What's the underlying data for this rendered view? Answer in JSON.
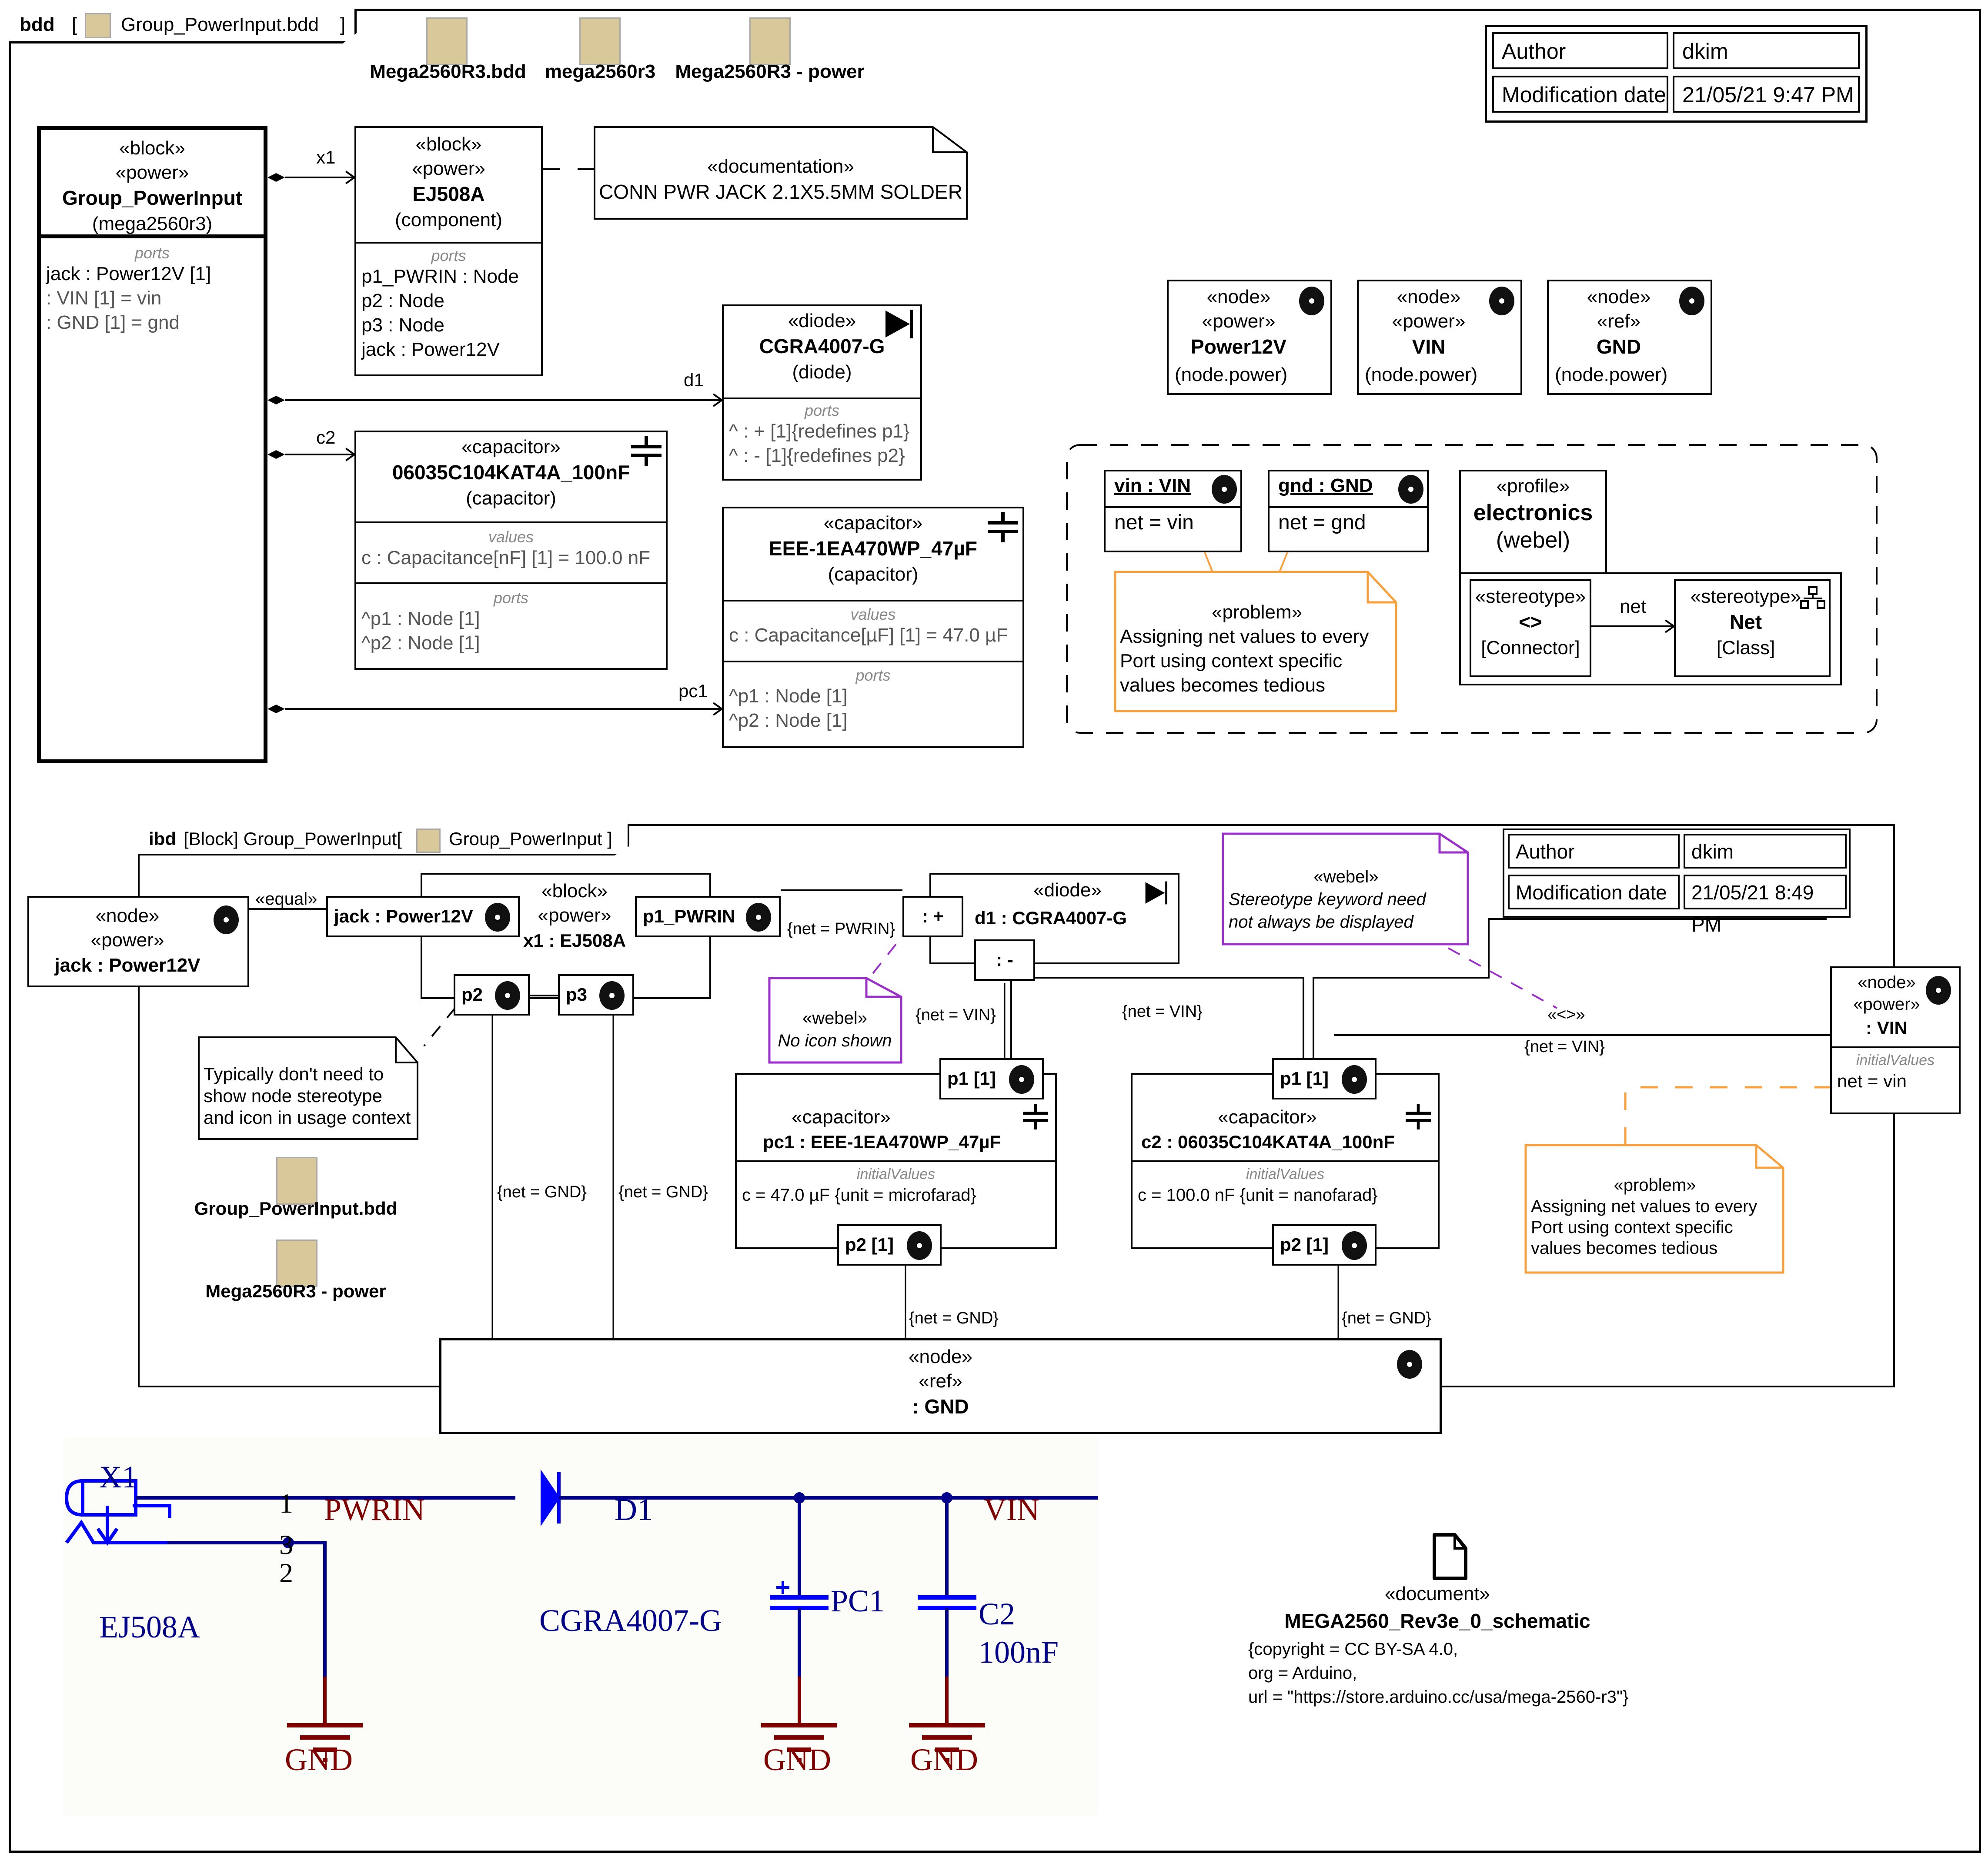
{
  "bdd": {
    "frame_kind": "bdd",
    "frame_name": "Group_PowerInput.bdd",
    "diagram_links": [
      "Mega2560R3.bdd",
      "mega2560r3",
      "Mega2560R3 - power"
    ],
    "info_table": {
      "author_label": "Author",
      "author": "dkim",
      "date_label": "Modification date",
      "date": "21/05/21 9:47 PM"
    },
    "group_block": {
      "stereo1": "«block»",
      "stereo2": "«power»",
      "name": "Group_PowerInput",
      "owner": "(mega2560r3)",
      "ports_title": "ports",
      "ports": [
        "jack : Power12V [1]",
        " : VIN [1] = vin",
        " : GND [1] = gnd"
      ]
    },
    "ej508a": {
      "stereo1": "«block»",
      "stereo2": "«power»",
      "name": "EJ508A",
      "owner": "(component)",
      "ports_title": "ports",
      "ports": [
        "p1_PWRIN : Node",
        "p2 : Node",
        "p3 : Node",
        "jack : Power12V"
      ]
    },
    "doc_note": {
      "stereo": "«documentation»",
      "text": "CONN PWR JACK 2.1X5.5MM SOLDER"
    },
    "diode": {
      "stereo": "«diode»",
      "name": "CGRA4007-G",
      "owner": "(diode)",
      "ports_title": "ports",
      "ports": [
        "^ : + [1]{redefines p1}",
        "^ : - [1]{redefines p2}"
      ]
    },
    "cap_100nf": {
      "stereo": "«capacitor»",
      "name": "06035C104KAT4A_100nF",
      "owner": "(capacitor)",
      "values_title": "values",
      "value": "c : Capacitance[nF] [1] = 100.0 nF",
      "ports_title": "ports",
      "ports": [
        "^p1 : Node [1]",
        "^p2 : Node [1]"
      ]
    },
    "cap_47uf": {
      "stereo": "«capacitor»",
      "name": "EEE-1EA470WP_47µF",
      "owner": "(capacitor)",
      "values_title": "values",
      "value": "c : Capacitance[µF] [1] = 47.0 µF",
      "ports_title": "ports",
      "ports": [
        "^p1 : Node [1]",
        "^p2 : Node [1]"
      ]
    },
    "associations": {
      "x1": "x1",
      "d1": "d1",
      "c2": "c2",
      "pc1": "pc1"
    },
    "nodes": [
      {
        "stereo1": "«node»",
        "stereo2": "«power»",
        "name": "Power12V",
        "owner": "(node.power)"
      },
      {
        "stereo1": "«node»",
        "stereo2": "«power»",
        "name": "VIN",
        "owner": "(node.power)"
      },
      {
        "stereo1": "«node»",
        "stereo2": "«ref»",
        "name": "GND",
        "owner": "(node.power)"
      }
    ],
    "instances": [
      {
        "name": "vin : VIN",
        "slot": "net = vin"
      },
      {
        "name": "gnd : GND",
        "slot": "net = gnd"
      }
    ],
    "problem_note": {
      "stereo": "«problem»",
      "text": [
        "Assigning net values to every",
        "Port using context specific",
        "values becomes tedious"
      ]
    },
    "profile": {
      "stereo": "«profile»",
      "name": "electronics",
      "owner": "(webel)",
      "connector": {
        "stereo": "«stereotype»",
        "name": "<>",
        "meta": "[Connector]"
      },
      "net": {
        "stereo": "«stereotype»",
        "name": "Net",
        "meta": "[Class]"
      },
      "assoc_label": "net"
    }
  },
  "ibd": {
    "frame_kind": "ibd",
    "frame_title": "[Block] Group_PowerInput[",
    "frame_name": "Group_PowerInput ]",
    "info_table": {
      "author_label": "Author",
      "author": "dkim",
      "date_label": "Modification date",
      "date": "21/05/21 8:49 PM"
    },
    "jack_node": {
      "stereo1": "«node»",
      "stereo2": "«power»",
      "name": "jack : Power12V"
    },
    "equal_label": "«equal»",
    "x1": {
      "stereo1": "«block»",
      "stereo2": "«power»",
      "name": "x1 : EJ508A",
      "port_jack": "jack : Power12V",
      "port_p1": "p1_PWRIN",
      "port_p2": "p2",
      "port_p3": "p3"
    },
    "d1": {
      "stereo": "«diode»",
      "name": "d1 : CGRA4007-G",
      "port_plus": ": +",
      "port_minus": ": -"
    },
    "pc1": {
      "stereo": "«capacitor»",
      "name": "pc1 : EEE-1EA470WP_47µF",
      "iv_title": "initialValues",
      "iv": "c = 47.0 µF {unit = microfarad}",
      "port_p1": "p1 [1]",
      "port_p2": "p2 [1]"
    },
    "c2": {
      "stereo": "«capacitor»",
      "name": "c2 : 06035C104KAT4A_100nF",
      "iv_title": "initialValues",
      "iv": "c = 100.0 nF {unit = nanofarad}",
      "port_p1": "p1 [1]",
      "port_p2": "p2 [1]"
    },
    "vin_node": {
      "stereo1": "«node»",
      "stereo2": "«power»",
      "name": ": VIN",
      "iv_title": "initialValues",
      "iv": "net = vin"
    },
    "gnd_node": {
      "stereo1": "«node»",
      "stereo2": "«ref»",
      "name": ": GND"
    },
    "net_labels": {
      "pwrin": "{net = PWRIN}",
      "vin_d1": "{net = VIN}",
      "vin_mid": "{net = VIN}",
      "vin_right": "{net = VIN}",
      "gnd_p2": "{net = GND}",
      "gnd_p3": "{net = GND}",
      "gnd_pc1": "{net = GND}",
      "gnd_c2": "{net = GND}",
      "conn_stereo": "«<>»"
    },
    "note_usage": [
      "Typically don't need to",
      "show node stereotype",
      "and icon in usage context"
    ],
    "note_no_icon": {
      "stereo": "«webel»",
      "text": "No icon shown"
    },
    "note_keyword": {
      "stereo": "«webel»",
      "text": [
        "Stereotype keyword need",
        "not always be displayed"
      ]
    },
    "problem_note": {
      "stereo": "«problem»",
      "text": [
        "Assigning net values to every",
        "Port using context specific",
        "values becomes tedious"
      ]
    },
    "diagram_links": [
      "Group_PowerInput.bdd",
      "Mega2560R3 - power"
    ]
  },
  "schematic": {
    "x1": "X1",
    "ej508a": "EJ508A",
    "pin1": "1",
    "pin2": "2",
    "pin3": "3",
    "pwrin": "PWRIN",
    "d1": "D1",
    "diode_part": "CGRA4007-G",
    "vin": "VIN",
    "pc1": "PC1",
    "pc1_plus": "+",
    "c2": "C2",
    "c2_value": "100nF",
    "gnd": "GND",
    "colors": {
      "wire": "#00008b",
      "symbol": "#0000ff",
      "net": "#800000",
      "bg": "#fcfcf8"
    }
  },
  "document": {
    "stereo": "«document»",
    "name": "MEGA2560_Rev3e_0_schematic",
    "props": [
      "{copyright = CC BY-SA 4.0,",
      "org = Arduino,",
      "url = \"https://store.arduino.cc/usa/mega-2560-r3\"}"
    ]
  },
  "colors": {
    "problem": "#f7a03c",
    "webel": "#9b2fc9",
    "value": "#7a4200"
  }
}
